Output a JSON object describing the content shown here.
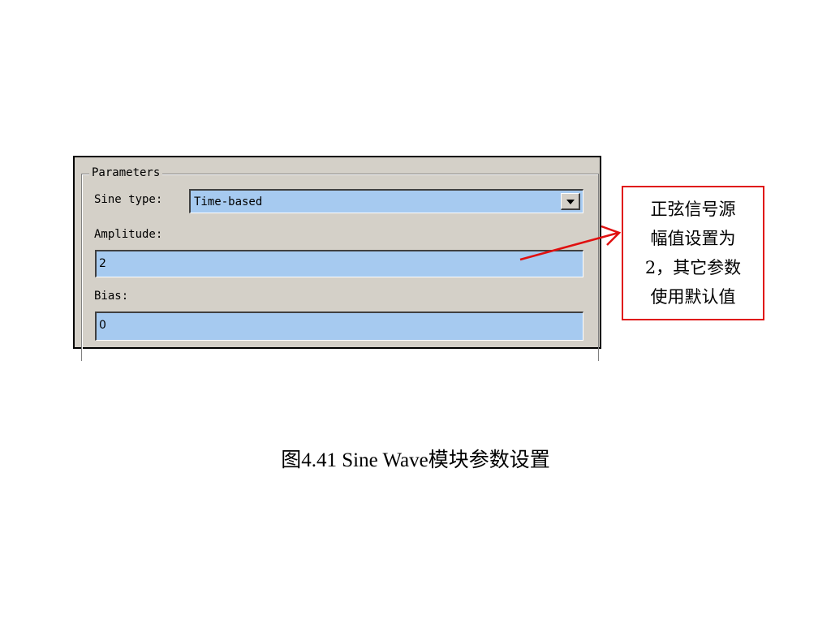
{
  "dialog": {
    "group_title": "Parameters",
    "sine_type": {
      "label": "Sine type:",
      "selected": "Time-based"
    },
    "amplitude": {
      "label": "Amplitude:",
      "value": "2"
    },
    "bias": {
      "label": "Bias:",
      "value": "0"
    }
  },
  "callout": {
    "lines": [
      "正弦信号源",
      "幅值设置为",
      "2，其它参数",
      "使用默认值"
    ],
    "border_color": "#e01010"
  },
  "caption": "图4.41  Sine Wave模块参数设置",
  "colors": {
    "field_bg": "#a6caf0",
    "dialog_bg": "#d4d0c8",
    "arrow": "#e01010"
  },
  "icons": {
    "dropdown": "chevron-down-icon",
    "annotation_arrow": "arrow-icon"
  }
}
